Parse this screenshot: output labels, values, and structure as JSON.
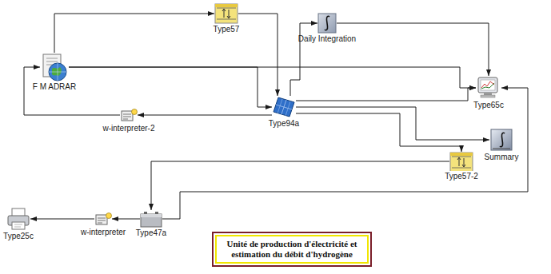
{
  "diagram": {
    "nodes": [
      {
        "text": [
          "Type57"
        ]
      },
      {
        "text": [
          "Daily Integration"
        ]
      },
      {
        "text": [
          "F M ADRAR"
        ]
      },
      {
        "text": [
          "Type65c"
        ]
      },
      {
        "text": [
          "Type94a"
        ]
      },
      {
        "text": [
          "w-interpreter-2"
        ]
      },
      {
        "text": [
          "Summary"
        ]
      },
      {
        "text": [
          "Type57-2"
        ]
      },
      {
        "text": [
          "Type25c"
        ]
      },
      {
        "text": [
          "w-interpreter"
        ]
      },
      {
        "text": [
          "Type47a"
        ]
      },
      {
        "text": [
          "Unité de production d'électricité et estimation du débit d'hydrogène"
        ]
      }
    ],
    "edges": [
      {
        "from": 2,
        "to": 0,
        "arrow": "to"
      },
      {
        "from": 0,
        "to": 4,
        "arrow": "to"
      },
      {
        "from": 2,
        "to": 4,
        "arrow": "to"
      },
      {
        "from": 2,
        "to": 3,
        "arrow": "to"
      },
      {
        "from": 4,
        "to": 1,
        "arrow": "to"
      },
      {
        "from": 1,
        "to": 3,
        "arrow": "to"
      },
      {
        "from": 4,
        "to": 3,
        "arrow": "to"
      },
      {
        "from": 4,
        "to": 6,
        "arrow": "to"
      },
      {
        "from": 4,
        "to": 5,
        "arrow": "to"
      },
      {
        "from": 5,
        "to": 2,
        "arrow": "to"
      },
      {
        "from": 4,
        "to": 7,
        "arrow": "to"
      },
      {
        "from": 7,
        "to": 10,
        "arrow": "to"
      },
      {
        "from": 10,
        "to": 3,
        "arrow": "to"
      },
      {
        "from": 10,
        "to": 9,
        "arrow": "to"
      },
      {
        "from": 9,
        "to": 8,
        "arrow": "to"
      }
    ]
  }
}
